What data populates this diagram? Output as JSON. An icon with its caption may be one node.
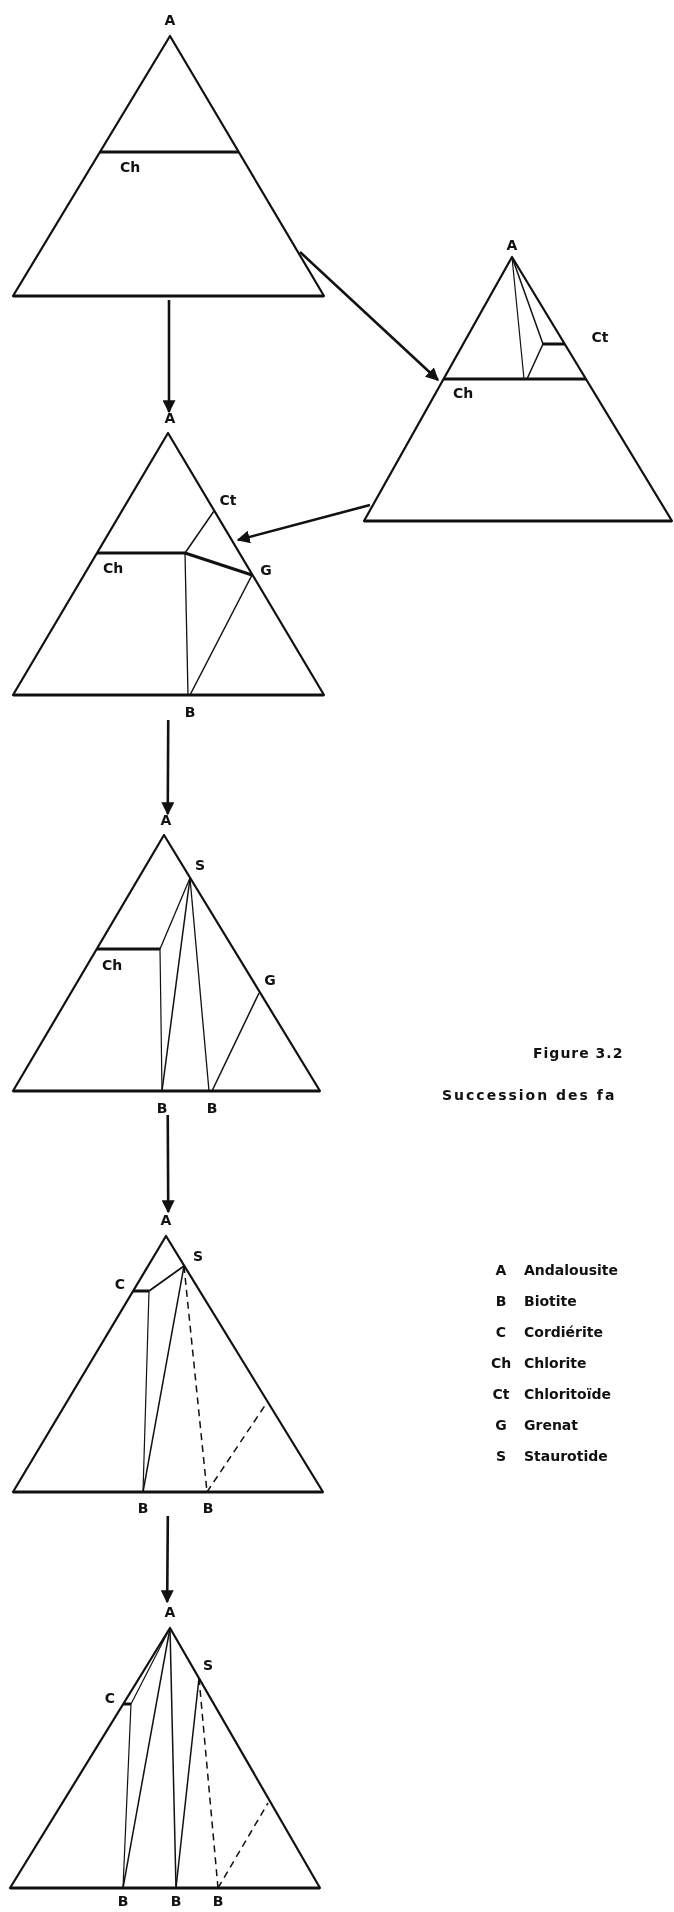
{
  "diagram": {
    "title": "Figure 3.2",
    "caption": "Succession des fa",
    "nodes": [
      {
        "text": [
          "A",
          "Ch"
        ]
      },
      {
        "text": [
          "A",
          "Ct",
          "Ch"
        ]
      },
      {
        "text": [
          "A",
          "Ct",
          "Ch",
          "G",
          "B"
        ]
      },
      {
        "text": [
          "A",
          "S",
          "Ch",
          "G",
          "B",
          "B"
        ]
      },
      {
        "text": [
          "A",
          "S",
          "C",
          "B",
          "B"
        ]
      },
      {
        "text": [
          "A",
          "S",
          "C",
          "B",
          "B",
          "B"
        ]
      }
    ],
    "edges": [
      {
        "from": 0,
        "to": 2,
        "arrow": "to"
      },
      {
        "from": 0,
        "to": 1,
        "arrow": "to"
      },
      {
        "from": 1,
        "to": 2,
        "arrow": "to"
      },
      {
        "from": 2,
        "to": 3,
        "arrow": "to"
      },
      {
        "from": 3,
        "to": 4,
        "arrow": "to"
      },
      {
        "from": 4,
        "to": 5,
        "arrow": "to"
      }
    ],
    "labels": [
      "A",
      "Andalousite",
      "B",
      "Biotite",
      "C",
      "Cordiérite",
      "Ch",
      "Chlorite",
      "Ct",
      "Chloritoïde",
      "G",
      "Grenat",
      "S",
      "Staurotide"
    ]
  }
}
